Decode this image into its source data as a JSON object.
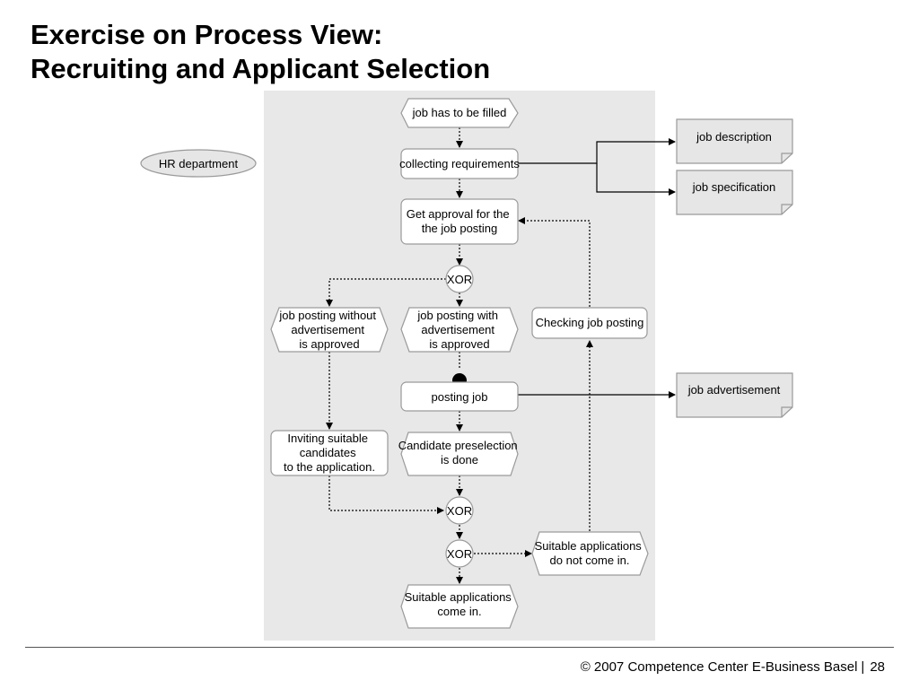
{
  "title": {
    "line1": "Exercise on Process View:",
    "line2": "Recruiting and Applicant Selection"
  },
  "diagram": {
    "organizational_unit": "HR department",
    "events": {
      "job_to_be_filled": [
        "job has to be filled"
      ],
      "without_advertisement": [
        "job posting without",
        "advertisement",
        "is approved"
      ],
      "with_advertisement": [
        "job posting with",
        "advertisement",
        "is approved"
      ],
      "preselection_done": [
        "Candidate preselection",
        "is done"
      ],
      "not_come_in": [
        "Suitable applications",
        "do not come in."
      ],
      "come_in": [
        "Suitable applications",
        "come in."
      ]
    },
    "functions": {
      "collecting": [
        "collecting requirements"
      ],
      "approval": [
        "Get approval for the",
        "the job posting"
      ],
      "checking": [
        "Checking job posting"
      ],
      "posting": [
        "posting job"
      ],
      "inviting": [
        "Inviting suitable",
        "candidates",
        "to the application."
      ]
    },
    "connectors": {
      "xor1": "XOR",
      "xor2": "XOR",
      "xor3": "XOR"
    },
    "documents": {
      "job_description": "job description",
      "job_specification": "job specification",
      "job_advertisement": "job advertisement"
    }
  },
  "colors": {
    "panel": "#e8e8e8",
    "node_fill": "#ffffff",
    "node_stroke": "#9a9a9a",
    "doc_fill": "#e6e6e6",
    "line": "#000000"
  },
  "footer": {
    "copyright": "© 2007 Competence Center E-Business Basel",
    "separator": "|",
    "page": "28"
  }
}
